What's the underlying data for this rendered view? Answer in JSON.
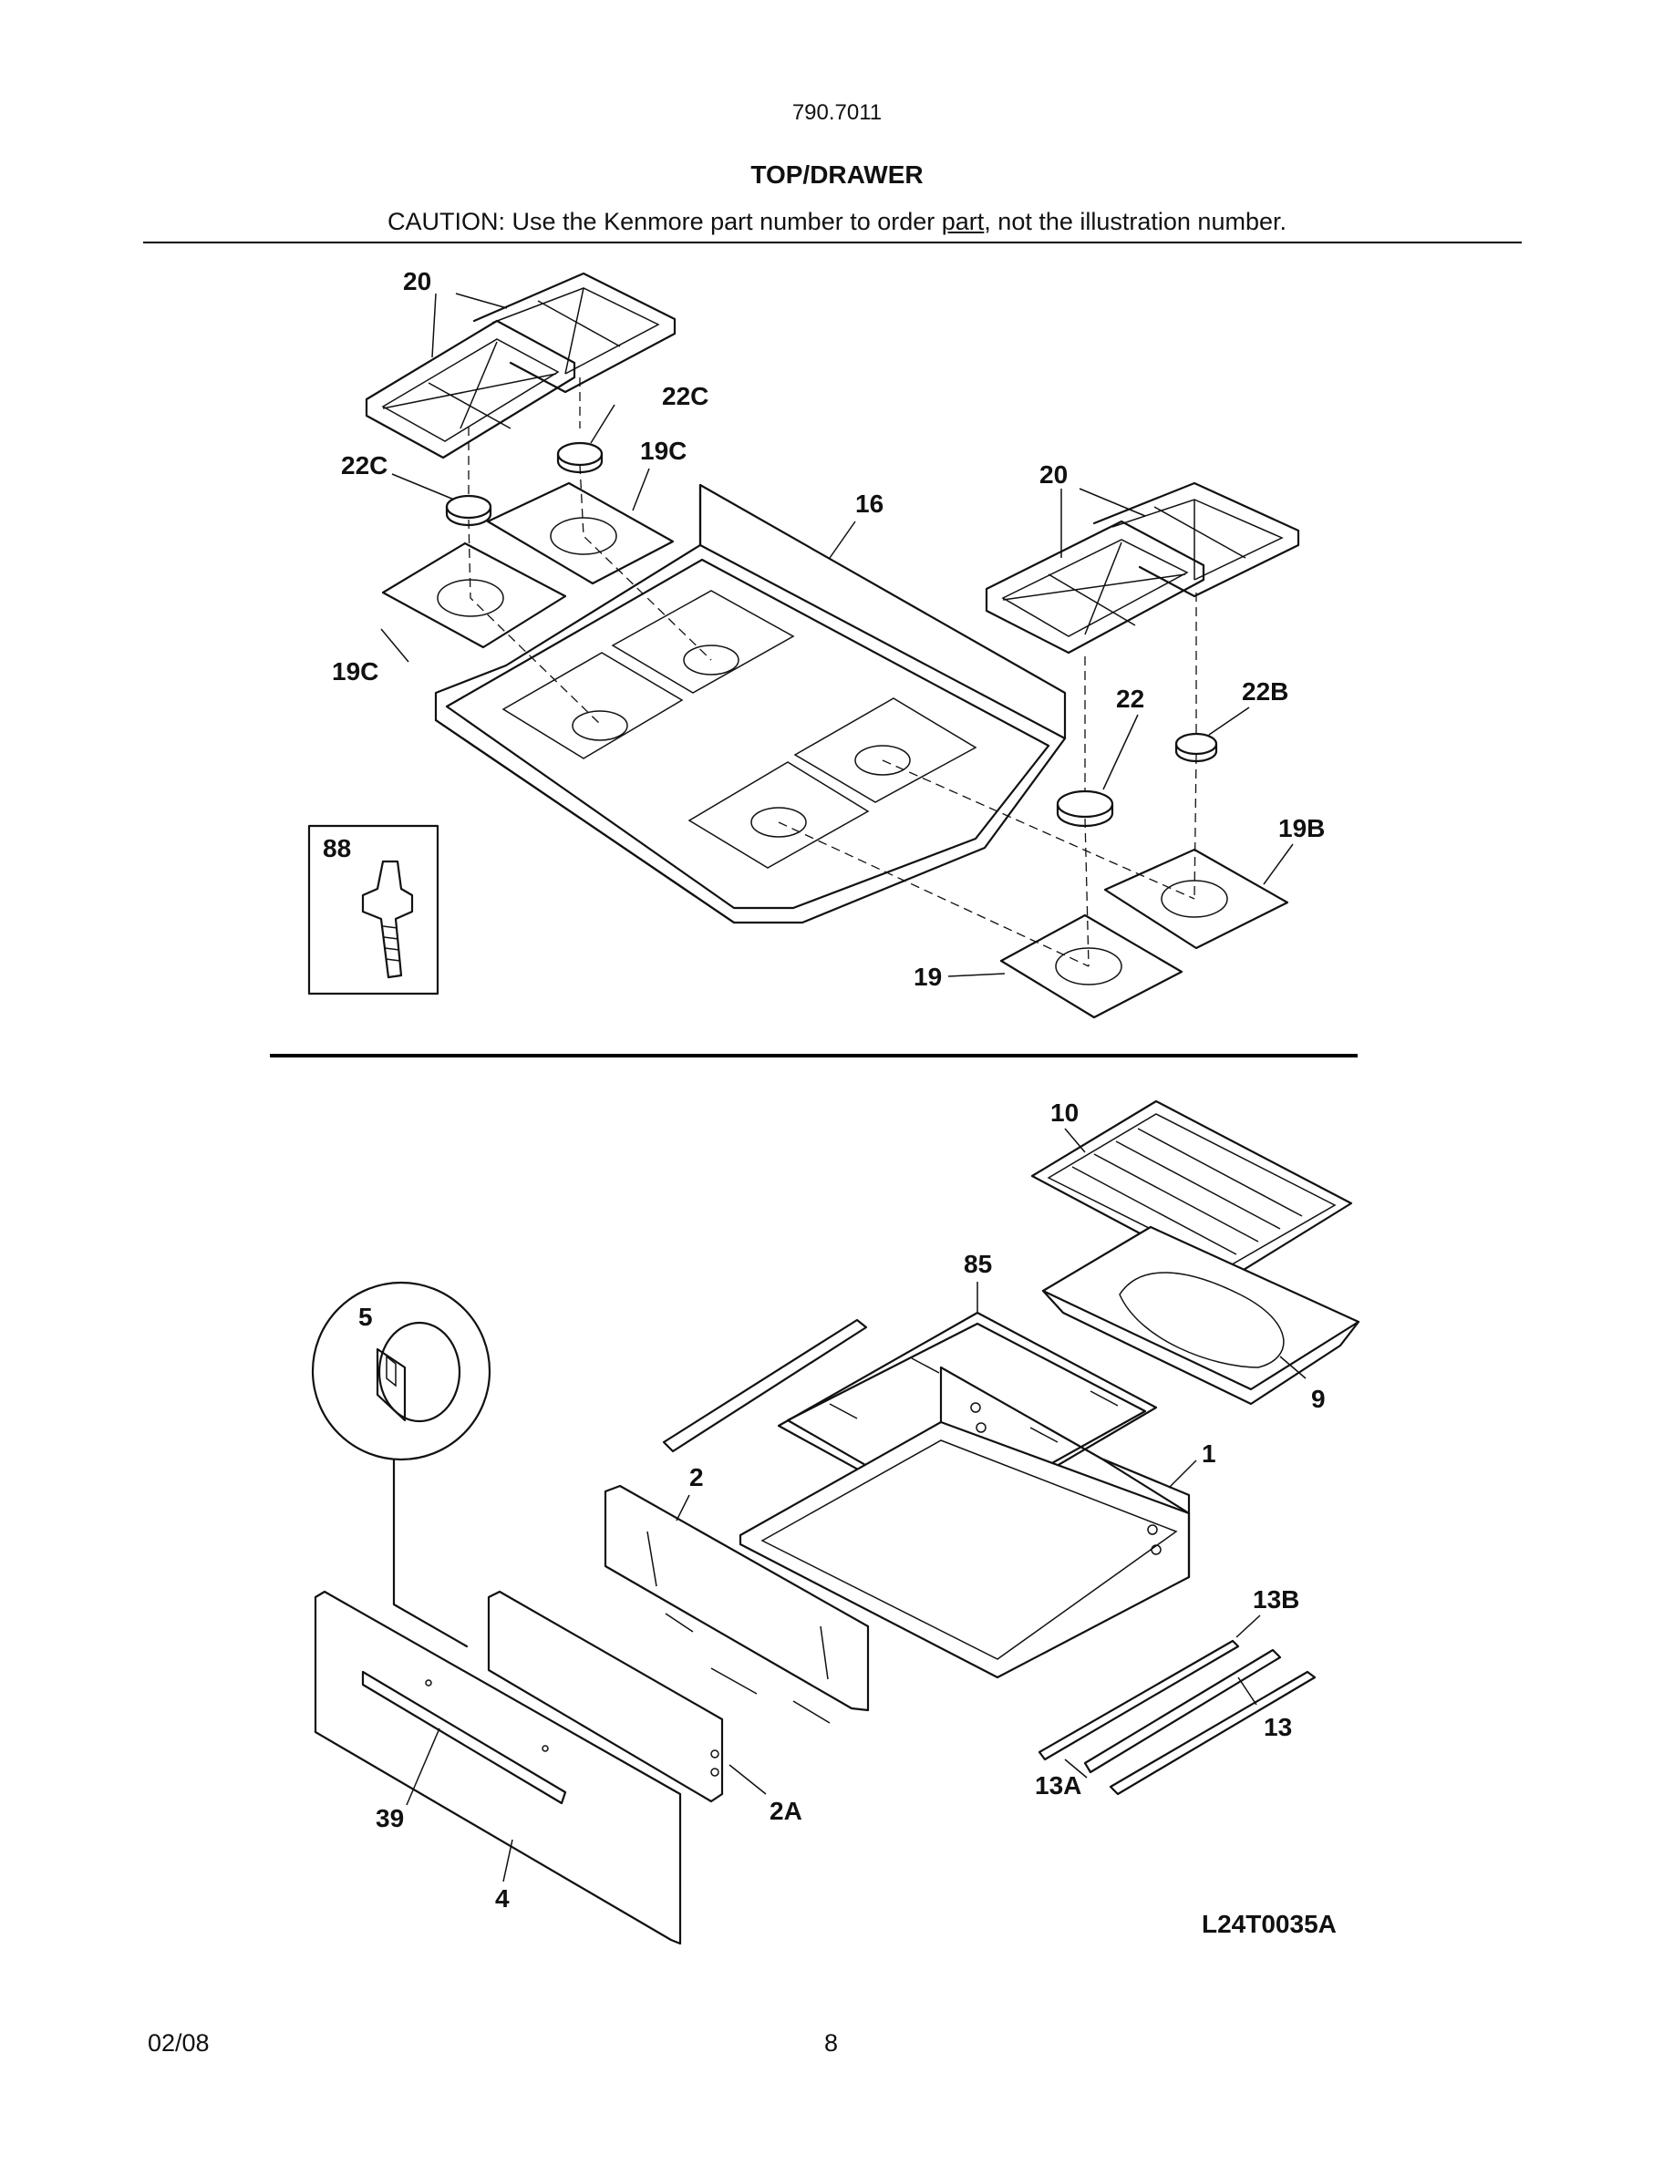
{
  "header": {
    "model_number": "790.7011",
    "section_title": "TOP/DRAWER",
    "caution_prefix": "CAUTION: Use the Kenmore part number to order ",
    "caution_link": "part",
    "caution_suffix": ", not the illustration number."
  },
  "diagram": {
    "figure_code": "L24T0035A",
    "callouts": {
      "grates_left": "20",
      "cap_left_upper": "22C",
      "cap_left_lower": "22C",
      "pan_left_upper": "19C",
      "pan_left_lower": "19C",
      "cooktop": "16",
      "grates_right": "20",
      "cap_large": "22",
      "cap_small": "22B",
      "pan_right_upper": "19B",
      "pan_right_lower": "19",
      "screw_inset": "88",
      "broil_grid": "10",
      "broil_pan": "9",
      "rack": "85",
      "knob_inset": "5",
      "drawer_body": "1",
      "drawer_front": "2",
      "bracket": "2A",
      "slide_assembly": "13B",
      "slide": "13",
      "slide_rail": "13A",
      "handle": "39",
      "drawer_panel": "4"
    }
  },
  "footer": {
    "date": "02/08",
    "page_number": "8"
  }
}
